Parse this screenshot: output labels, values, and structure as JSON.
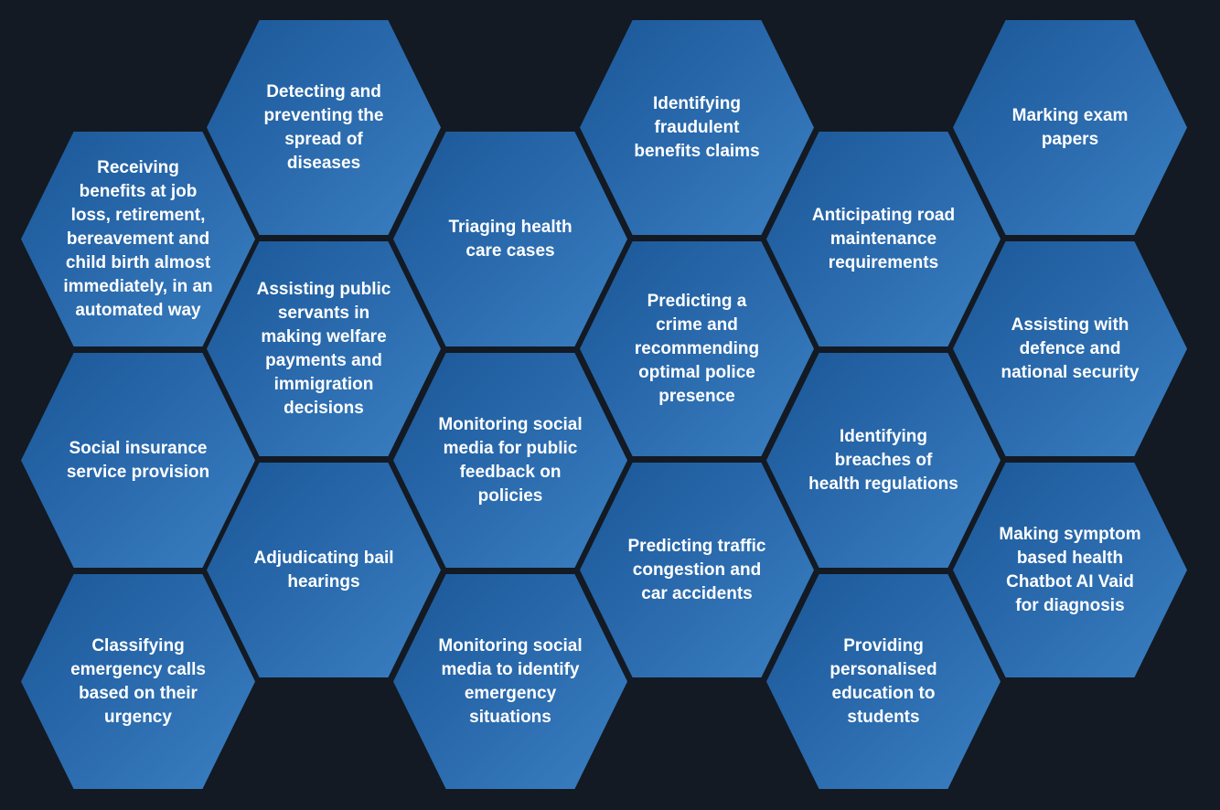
{
  "columns": [
    {
      "items": [
        {
          "label": "Receiving\nbenefits at job\nloss, retirement,\nbereavement and\nchild birth almost\nimmediately, in an\nautomated way"
        },
        {
          "label": "Social insurance\nservice provision"
        },
        {
          "label": "Classifying\nemergency calls\nbased on their\nurgency"
        }
      ]
    },
    {
      "items": [
        {
          "label": "Detecting and\npreventing the\nspread of\ndiseases"
        },
        {
          "label": "Assisting public\nservants in\nmaking welfare\npayments and\nimmigration\ndecisions"
        },
        {
          "label": "Adjudicating bail\nhearings"
        }
      ]
    },
    {
      "items": [
        {
          "label": "Triaging health\ncare cases"
        },
        {
          "label": "Monitoring social\nmedia for public\nfeedback on\npolicies"
        },
        {
          "label": "Monitoring social\nmedia to identify\nemergency\nsituations"
        }
      ]
    },
    {
      "items": [
        {
          "label": "Identifying\nfraudulent\nbenefits claims"
        },
        {
          "label": "Predicting a\ncrime and\nrecommending\noptimal police\npresence"
        },
        {
          "label": "Predicting traffic\ncongestion and\ncar accidents"
        }
      ]
    },
    {
      "items": [
        {
          "label": "Anticipating road\nmaintenance\nrequirements"
        },
        {
          "label": "Identifying\nbreaches of\nhealth regulations"
        },
        {
          "label": "Providing\npersonalised\neducation to\nstudents"
        }
      ]
    },
    {
      "items": [
        {
          "label": "Marking exam\npapers"
        },
        {
          "label": "Assisting with\ndefence and\nnational security"
        },
        {
          "label": "Making symptom\nbased health\nChatbot AI Vaid\nfor diagnosis"
        }
      ]
    }
  ]
}
